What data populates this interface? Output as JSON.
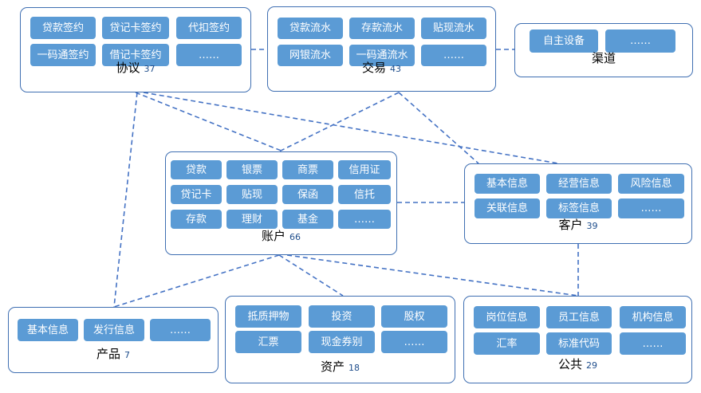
{
  "panels": {
    "agreement": {
      "title": "协议",
      "count": "37",
      "items": [
        "贷款签约",
        "贷记卡签约",
        "代扣签约",
        "一码通签约",
        "借记卡签约",
        "……"
      ]
    },
    "transaction": {
      "title": "交易",
      "count": "43",
      "items": [
        "贷款流水",
        "存款流水",
        "贴现流水",
        "网银流水",
        "一码通流水",
        "……"
      ]
    },
    "channel": {
      "title": "渠道",
      "count": "",
      "items": [
        "自主设备",
        "……"
      ]
    },
    "account": {
      "title": "账户",
      "count": "66",
      "items": [
        "贷款",
        "银票",
        "商票",
        "信用证",
        "贷记卡",
        "贴现",
        "保函",
        "信托",
        "存款",
        "理财",
        "基金",
        "……"
      ]
    },
    "customer": {
      "title": "客户",
      "count": "39",
      "items": [
        "基本信息",
        "经营信息",
        "风险信息",
        "关联信息",
        "标签信息",
        "……"
      ]
    },
    "product": {
      "title": "产品",
      "count": "7",
      "items": [
        "基本信息",
        "发行信息",
        "……"
      ]
    },
    "asset": {
      "title": "资产",
      "count": "18",
      "items": [
        "抵质押物",
        "投资",
        "股权",
        "汇票",
        "现金券别",
        "……"
      ]
    },
    "public": {
      "title": "公共",
      "count": "29",
      "items": [
        "岗位信息",
        "员工信息",
        "机构信息",
        "汇率",
        "标准代码",
        "……"
      ]
    }
  },
  "colors": {
    "chip": "#5b9bd5",
    "border": "#3f6fb2",
    "link": "#4472c4"
  },
  "connections": [
    [
      "agreement",
      "transaction"
    ],
    [
      "transaction",
      "channel"
    ],
    [
      "agreement",
      "account"
    ],
    [
      "agreement",
      "customer"
    ],
    [
      "agreement",
      "product"
    ],
    [
      "transaction",
      "account"
    ],
    [
      "transaction",
      "customer"
    ],
    [
      "account",
      "customer"
    ],
    [
      "account",
      "product"
    ],
    [
      "account",
      "asset"
    ],
    [
      "account",
      "public"
    ],
    [
      "customer",
      "public"
    ]
  ]
}
